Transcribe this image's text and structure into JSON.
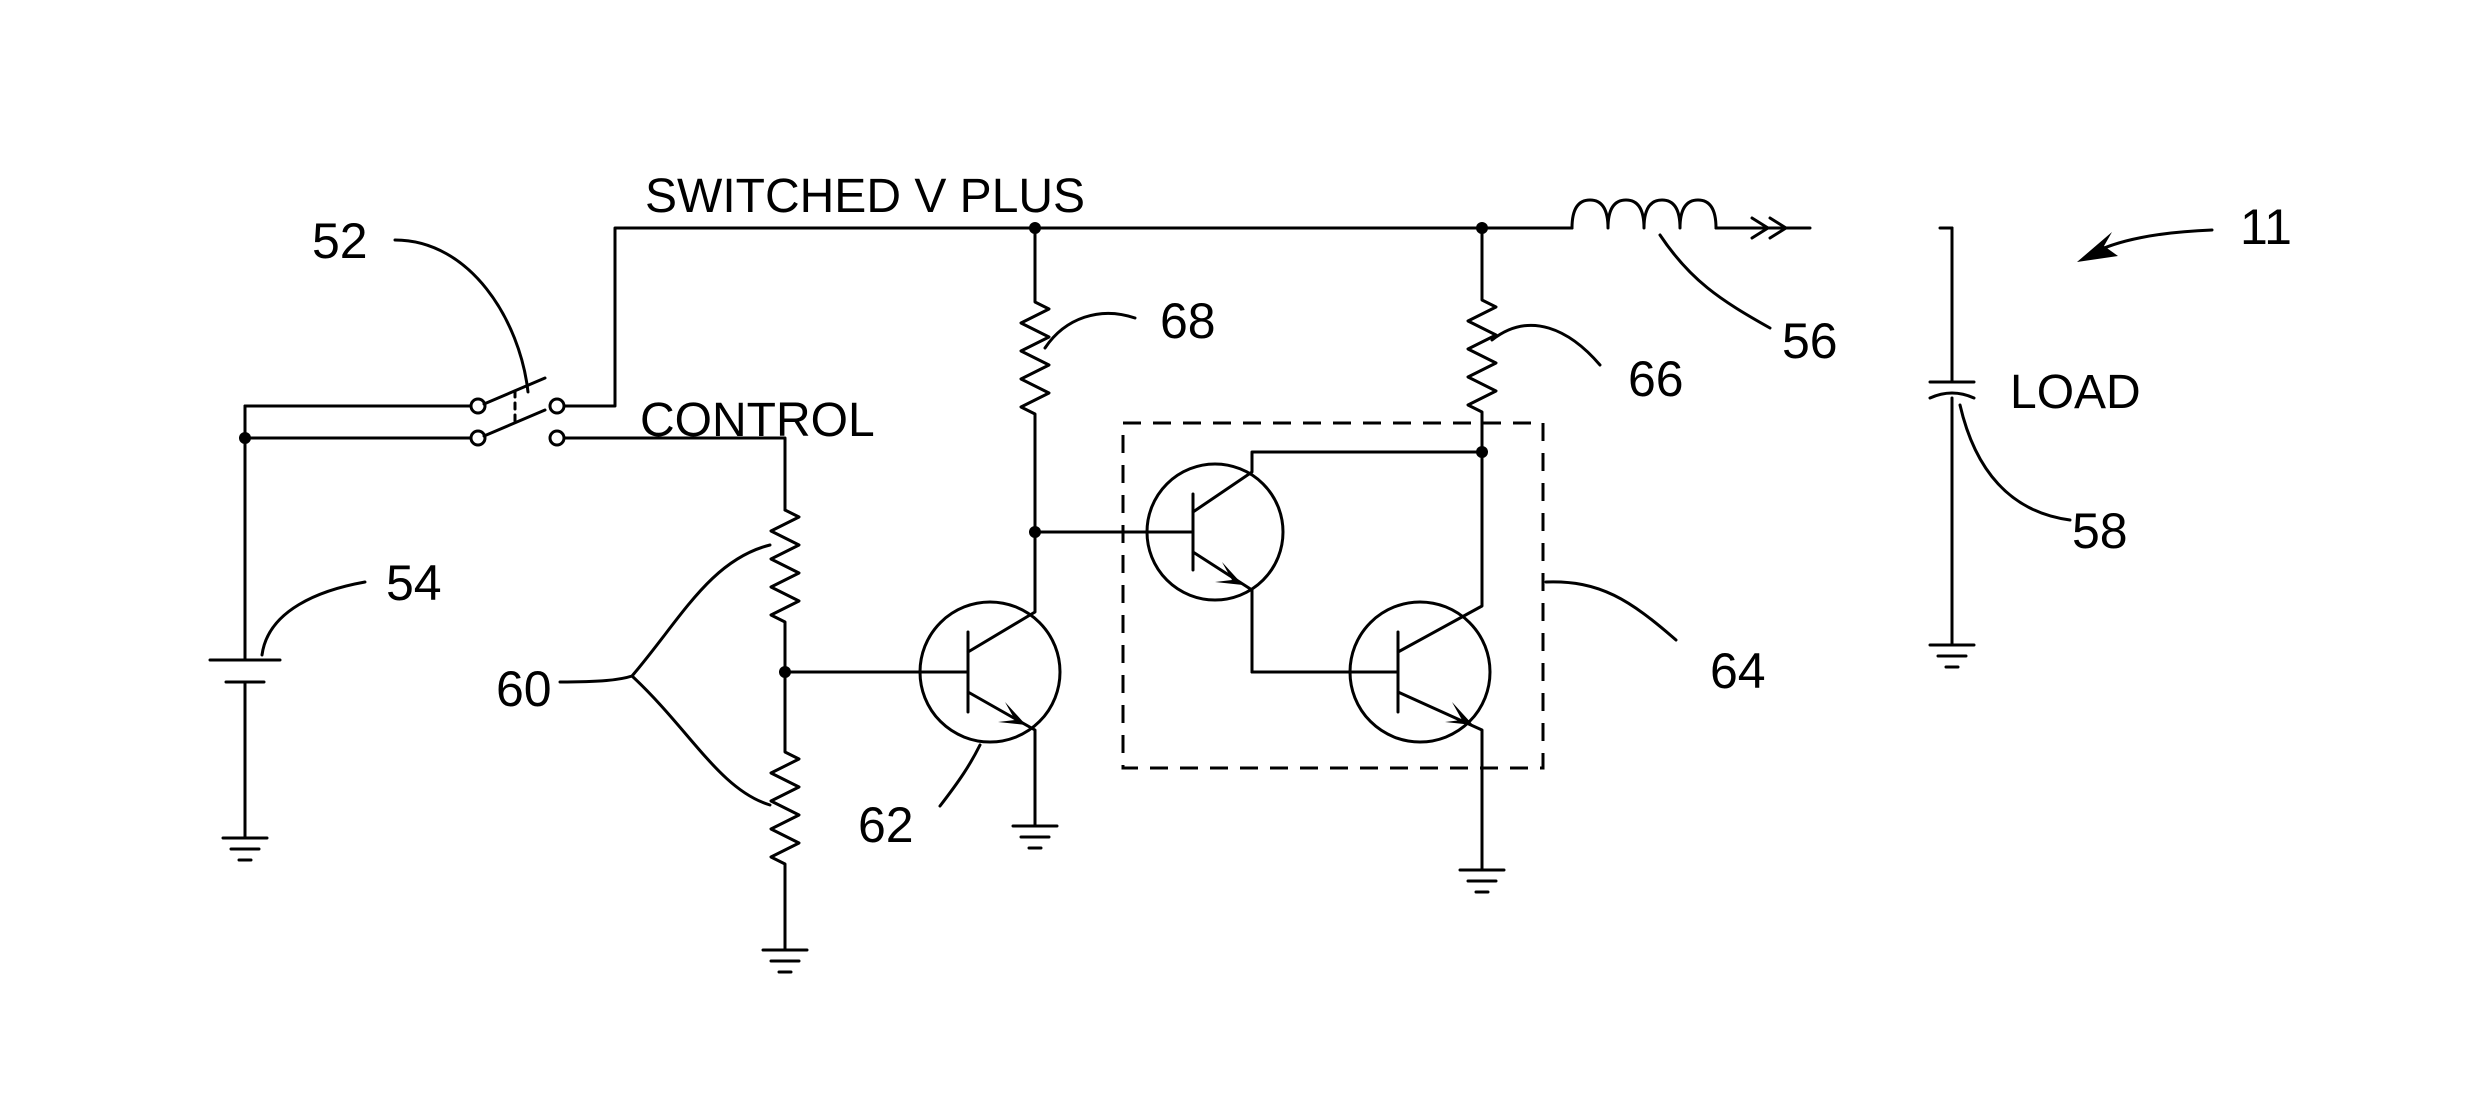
{
  "labels": {
    "rail": "SWITCHED V PLUS",
    "control": "CONTROL",
    "load": "LOAD"
  },
  "refs": {
    "figure": "11",
    "switch": "52",
    "battery": "54",
    "inductor": "56",
    "load_capacitor": "58",
    "divider_resistors": "60",
    "driver_transistor": "62",
    "darlington_pair": "64",
    "pullup_resistor_right": "66",
    "pullup_resistor_left": "68"
  }
}
